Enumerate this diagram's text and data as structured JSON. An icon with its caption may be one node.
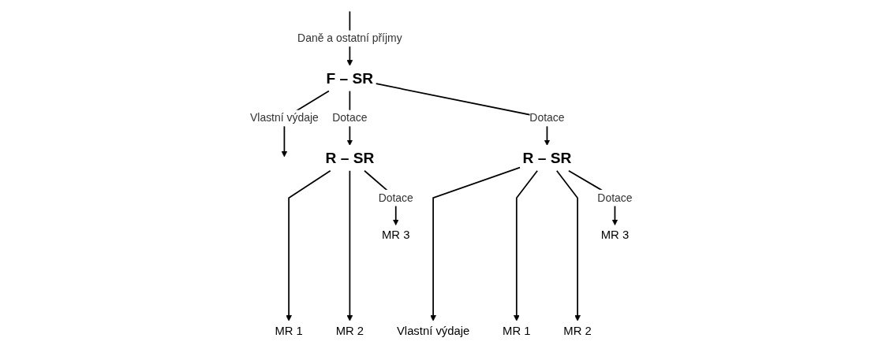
{
  "diagram": {
    "nodes": [
      {
        "text": [
          "F – SR"
        ]
      },
      {
        "text": [
          "R – SR"
        ]
      },
      {
        "text": [
          "R – SR"
        ]
      },
      {
        "text": [
          "MR 1"
        ]
      },
      {
        "text": [
          "MR 2"
        ]
      },
      {
        "text": [
          "MR 3"
        ]
      },
      {
        "text": [
          "MR 1"
        ]
      },
      {
        "text": [
          "MR 2"
        ]
      },
      {
        "text": [
          "MR 3"
        ]
      },
      {
        "text": [
          "Vlastní výdaje"
        ]
      }
    ],
    "edges": [
      {
        "from": null,
        "to": 0,
        "arrow": "to",
        "label": "Daně a ostatní příjmy"
      },
      {
        "from": 0,
        "to": null,
        "arrow": "to",
        "label": "Vlastní výdaje"
      },
      {
        "from": 0,
        "to": 1,
        "arrow": "to",
        "label": "Dotace"
      },
      {
        "from": 0,
        "to": 2,
        "arrow": "to",
        "label": "Dotace"
      },
      {
        "from": 1,
        "to": 3,
        "arrow": "to"
      },
      {
        "from": 1,
        "to": 4,
        "arrow": "to"
      },
      {
        "from": 1,
        "to": 5,
        "arrow": "to",
        "label": "Dotace"
      },
      {
        "from": 2,
        "to": 9,
        "arrow": "to"
      },
      {
        "from": 2,
        "to": 6,
        "arrow": "to"
      },
      {
        "from": 2,
        "to": 7,
        "arrow": "to"
      },
      {
        "from": 2,
        "to": 8,
        "arrow": "to",
        "label": "Dotace"
      }
    ]
  }
}
